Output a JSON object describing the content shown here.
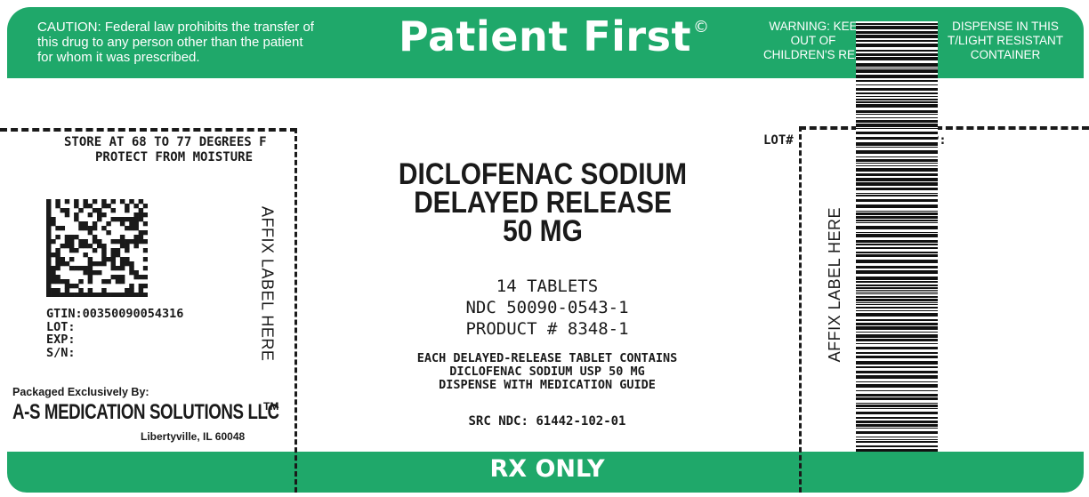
{
  "header": {
    "caution_lines": [
      "CAUTION: Federal law prohibits the transfer of",
      "this drug to any person other than the patient",
      "for whom it was prescribed."
    ],
    "brand": "Patient First",
    "brand_mark": "©",
    "warning_lines": [
      "WARNING: KEE",
      "OUT OF",
      "CHILDREN'S REA"
    ],
    "dispense_lines": [
      "DISPENSE IN THIS",
      "T/LIGHT RESISTANT",
      "CONTAINER"
    ]
  },
  "left_panel": {
    "storage_lines": [
      "STORE AT 68 TO 77 DEGREES F",
      "PROTECT FROM MOISTURE"
    ],
    "affix_label": "AFFIX LABEL HERE",
    "gtin": "GTIN:00350090054316",
    "lot": "LOT:",
    "exp": "EXP:",
    "sn": "S/N:",
    "packaged_by": "Packaged Exclusively By:",
    "packager_name": "A-S MEDICATION SOLUTIONS LLC",
    "packager_tm": "TM",
    "packager_city": "Libertyville, IL  60048"
  },
  "center_panel": {
    "drug_lines": [
      "DICLOFENAC SODIUM",
      "DELAYED RELEASE",
      "50 MG"
    ],
    "count_lines": [
      "14 TABLETS",
      "NDC 50090-0543-1",
      "PRODUCT # 8348-1"
    ],
    "contains_lines": [
      "EACH DELAYED-RELEASE TABLET CONTAINS",
      "DICLOFENAC SODIUM USP 50 MG",
      "DISPENSE WITH MEDICATION GUIDE"
    ],
    "src_ndc": "SRC NDC: 61442-102-01"
  },
  "right_panel": {
    "lot_label": "LOT#",
    "exp_label": "EXP:",
    "affix_label": "AFFIX LABEL HERE"
  },
  "footer": {
    "rx_only": "RX ONLY"
  },
  "colors": {
    "band_green": "#1fa86a",
    "ink": "#1a1a1a"
  },
  "icons": [
    "datamatrix-code-icon",
    "linear-barcode-icon"
  ]
}
